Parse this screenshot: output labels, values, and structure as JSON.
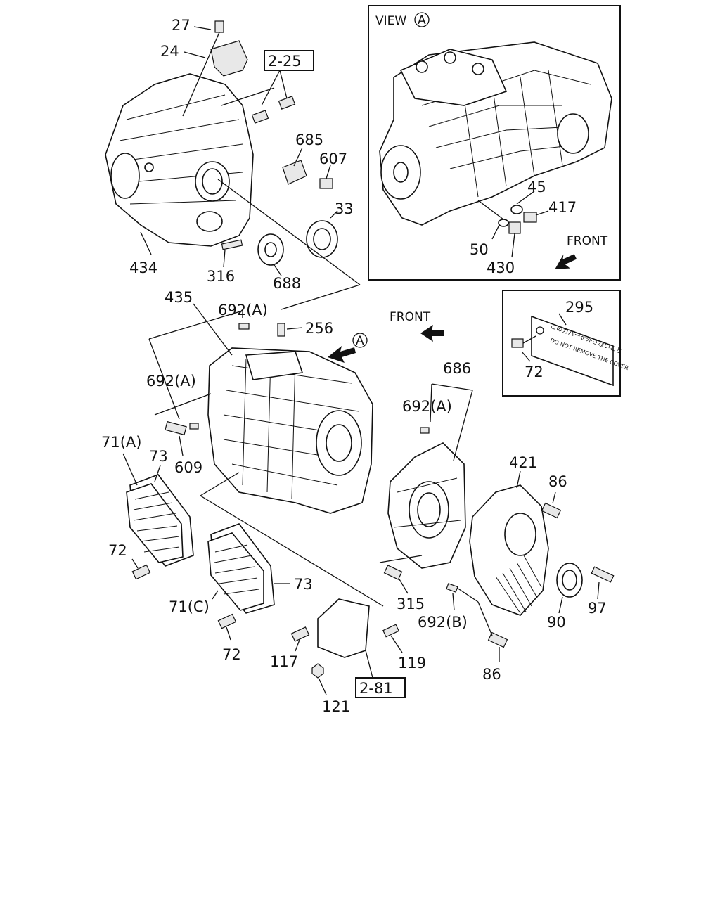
{
  "view_inset": {
    "title_prefix": "VIEW",
    "title_letter": "A",
    "front_label": "FRONT",
    "callouts": [
      "45",
      "417",
      "50",
      "430"
    ]
  },
  "label_inset": {
    "callouts": [
      "295",
      "72"
    ],
    "plate_text_jp": "このカバーを外さないこと",
    "plate_text_en": "DO NOT REMOVE THE COVER"
  },
  "refs": {
    "ref_upper": "2-25",
    "ref_lower": "2-81"
  },
  "main": {
    "front_label": "FRONT",
    "view_marker": "A"
  },
  "callouts": {
    "c27": "27",
    "c24": "24",
    "c685": "685",
    "c607": "607",
    "c33": "33",
    "c434": "434",
    "c316": "316",
    "c688": "688",
    "c435": "435",
    "c692a_top": "692(A)",
    "c256": "256",
    "c692a_left": "692(A)",
    "c686": "686",
    "c692a_right": "692(A)",
    "c609": "609",
    "c71a": "71(A)",
    "c73_top": "73",
    "c421": "421",
    "c86_top": "86",
    "c72_left": "72",
    "c73_bot": "73",
    "c315": "315",
    "c97": "97",
    "c71c": "71(C)",
    "c692b": "692(B)",
    "c90": "90",
    "c72_bot": "72",
    "c117": "117",
    "c119": "119",
    "c86_bot": "86",
    "c121": "121"
  }
}
